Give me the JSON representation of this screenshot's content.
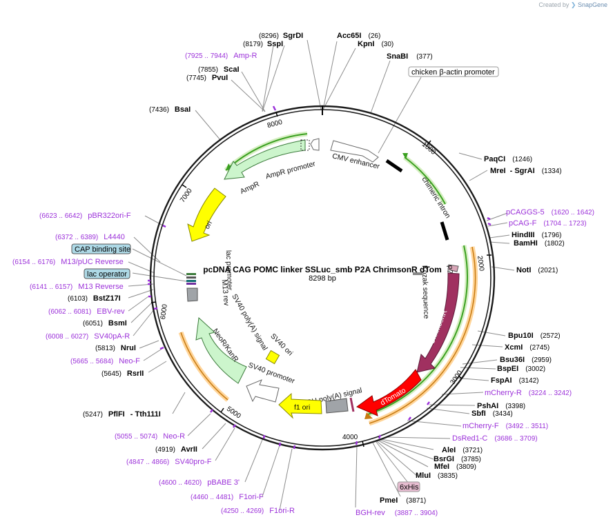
{
  "watermark": {
    "created_by": "Created by",
    "brand": "SnapGene"
  },
  "plasmid": {
    "name": "pcDNA CAG POMC linker SSLuc_smb P2A ChrimsonR dTom",
    "length": "8298 bp",
    "total_bp": 8298
  },
  "ticks": [
    "1000",
    "2000",
    "3000",
    "4000",
    "5000",
    "6000",
    "7000",
    "8000"
  ],
  "enzymes": [
    {
      "pos": "(8296)",
      "name": "SgrDI",
      "extra": ""
    },
    {
      "pos": "(8179)",
      "name": "SspI",
      "extra": ""
    },
    {
      "pos": "(26)",
      "name": "Acc65I",
      "extra": ""
    },
    {
      "pos": "(30)",
      "name": "KpnI",
      "extra": ""
    },
    {
      "pos": "(377)",
      "name": "SnaBI",
      "extra": ""
    },
    {
      "pos": "(7855)",
      "name": "ScaI",
      "extra": ""
    },
    {
      "pos": "(7745)",
      "name": "PvuI",
      "extra": ""
    },
    {
      "pos": "(7436)",
      "name": "BsaI",
      "extra": ""
    },
    {
      "pos": "(1246)",
      "name": "PaqCI",
      "extra": ""
    },
    {
      "pos": "(1334)",
      "name": "MreI",
      "extra": "- SgrAI"
    },
    {
      "pos": "(1796)",
      "name": "HindIII",
      "extra": ""
    },
    {
      "pos": "(1802)",
      "name": "BamHI",
      "extra": ""
    },
    {
      "pos": "(2021)",
      "name": "NotI",
      "extra": ""
    },
    {
      "pos": "(2572)",
      "name": "Bpu10I",
      "extra": ""
    },
    {
      "pos": "(2745)",
      "name": "XcmI",
      "extra": ""
    },
    {
      "pos": "(2959)",
      "name": "Bsu36I",
      "extra": ""
    },
    {
      "pos": "(3002)",
      "name": "BspEI",
      "extra": ""
    },
    {
      "pos": "(3142)",
      "name": "FspAI",
      "extra": ""
    },
    {
      "pos": "(3398)",
      "name": "PshAI",
      "extra": ""
    },
    {
      "pos": "(3434)",
      "name": "SbfI",
      "extra": ""
    },
    {
      "pos": "(3721)",
      "name": "AleI",
      "extra": ""
    },
    {
      "pos": "(3785)",
      "name": "BsrGI",
      "extra": ""
    },
    {
      "pos": "(3809)",
      "name": "MfeI",
      "extra": ""
    },
    {
      "pos": "(3835)",
      "name": "MluI",
      "extra": ""
    },
    {
      "pos": "(3871)",
      "name": "PmeI",
      "extra": ""
    },
    {
      "pos": "(6103)",
      "name": "BstZ17I",
      "extra": ""
    },
    {
      "pos": "(6051)",
      "name": "BsmI",
      "extra": ""
    },
    {
      "pos": "(5813)",
      "name": "NruI",
      "extra": ""
    },
    {
      "pos": "(5645)",
      "name": "RsrII",
      "extra": ""
    },
    {
      "pos": "(5247)",
      "name": "PflFI",
      "extra": "- Tth111I"
    },
    {
      "pos": "(4919)",
      "name": "AvrII",
      "extra": ""
    }
  ],
  "primers": [
    {
      "range": "(7925 .. 7944)",
      "name": "Amp-R"
    },
    {
      "range": "(1620 .. 1642)",
      "name": "pCAGGS-5"
    },
    {
      "range": "(1704 .. 1723)",
      "name": "pCAG-F"
    },
    {
      "range": "(3224 .. 3242)",
      "name": "mCherry-R"
    },
    {
      "range": "(3492 .. 3511)",
      "name": "mCherry-F"
    },
    {
      "range": "(3686 .. 3709)",
      "name": "DsRed1-C"
    },
    {
      "range": "(3887 .. 3904)",
      "name": "BGH-rev"
    },
    {
      "range": "(6623 .. 6642)",
      "name": "pBR322ori-F"
    },
    {
      "range": "(6372 .. 6389)",
      "name": "L4440"
    },
    {
      "range": "(6154 .. 6176)",
      "name": "M13/pUC Reverse"
    },
    {
      "range": "(6141 .. 6157)",
      "name": "M13 Reverse"
    },
    {
      "range": "(6062 .. 6081)",
      "name": "EBV-rev"
    },
    {
      "range": "(6008 .. 6027)",
      "name": "SV40pA-R"
    },
    {
      "range": "(5665 .. 5684)",
      "name": "Neo-F"
    },
    {
      "range": "(5055 .. 5074)",
      "name": "Neo-R"
    },
    {
      "range": "(4847 .. 4866)",
      "name": "SV40pro-F"
    },
    {
      "range": "(4600 .. 4620)",
      "name": "pBABE 3'"
    },
    {
      "range": "(4460 .. 4481)",
      "name": "F1ori-F"
    },
    {
      "range": "(4250 .. 4269)",
      "name": "F1ori-R"
    }
  ],
  "boxed_labels": {
    "chicken_actin": "chicken β-actin promoter",
    "cap_site": "CAP binding site",
    "lac_operator": "lac operator",
    "his": "6xHis"
  },
  "features": {
    "cmv_enhancer": "CMV enhancer",
    "chimeric_intron": "chimeric intron",
    "kozak": "Kozak sequence",
    "p2a": "P2A",
    "chrimsonr": "ChrimsonR",
    "dtomato": "dTomato",
    "bgh": "bGH poly(A) signal",
    "f1ori": "f1 ori",
    "sv40_promoter": "SV40 promoter",
    "sv40_ori": "SV40 ori",
    "neor": "NeoR/KanR",
    "sv40_polya": "SV40 poly(A) signal",
    "m13rev": "M13 rev",
    "lac_promoter": "lac promoter",
    "ori": "ori",
    "ampr": "AmpR",
    "ampr_promoter": "AmpR promoter"
  },
  "colors": {
    "backbone": "#1a1a1a",
    "ampr": "#ccf5cc",
    "ori": "#ffff00",
    "chrimson": "#a03060",
    "dtomato": "#ff0000",
    "primer": "#9b30d9",
    "neo": "#ccf5cc",
    "sv40ori": "#ffff00",
    "bgh": "#a0a4a8",
    "green_band": "#3aa020",
    "orange_band": "#ffae40"
  }
}
